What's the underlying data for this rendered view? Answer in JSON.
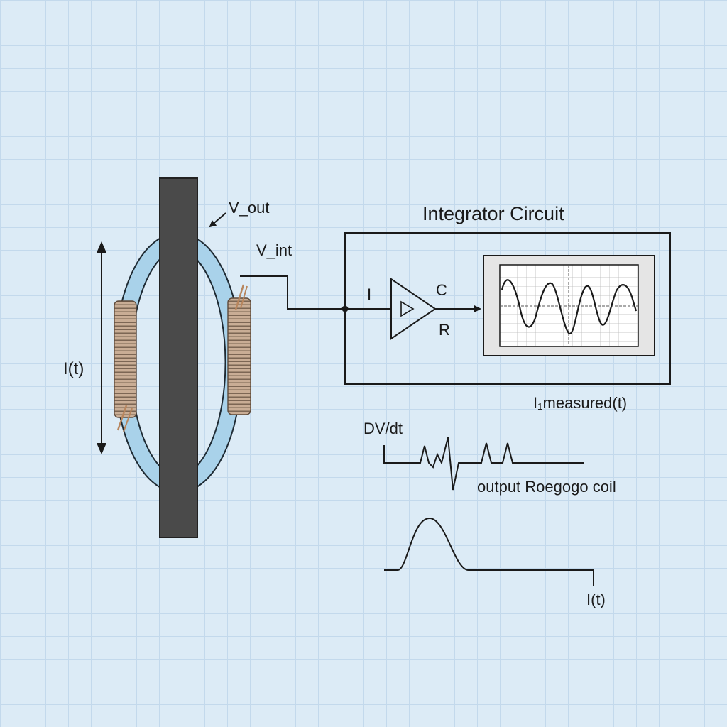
{
  "labels": {
    "v_out": "V_out",
    "v_int": "V_int",
    "current_left": "I(t)",
    "integrator_title": "Integrator Circuit",
    "input_i": "I",
    "cap_c": "C",
    "res_r": "R",
    "measured": "I₁measured(t)",
    "dvdt": "DV/dt",
    "output_coil": "output Roegogo coil",
    "current_bottom": "I(t)"
  },
  "icons": {
    "conductor": "conductor-bar",
    "coil": "rogowski-coil-loop",
    "amplifier": "op-amp-triangle",
    "scope": "oscilloscope-screen"
  },
  "colors": {
    "background": "#dcebf6",
    "grid": "#c3d9ec",
    "conductor": "#4a4a4a",
    "loop_fill": "#a9d2ea",
    "winding": "#b0907a",
    "line": "#1a1a1a"
  }
}
